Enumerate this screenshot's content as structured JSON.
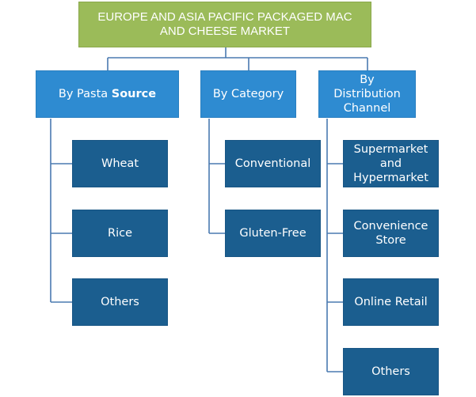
{
  "title": "EUROPE AND ASIA PACIFIC PACKAGED MAC AND CHEESE MARKET",
  "categories": [
    {
      "label_plain": "By Pasta ",
      "label_bold": "Source",
      "items": [
        "Wheat",
        "Rice",
        "Others"
      ]
    },
    {
      "label": "By Category",
      "items": [
        "Conventional",
        "Gluten-Free"
      ]
    },
    {
      "label": "By Distribution Channel",
      "items": [
        "Supermarket and Hypermarket",
        "Convenience Store",
        "Online Retail",
        "Others"
      ]
    }
  ],
  "colors": {
    "title_bg": "#9bbb59",
    "category_bg": "#2e8bd1",
    "leaf_bg": "#1b5e8f",
    "connector": "#4a7ab0"
  }
}
